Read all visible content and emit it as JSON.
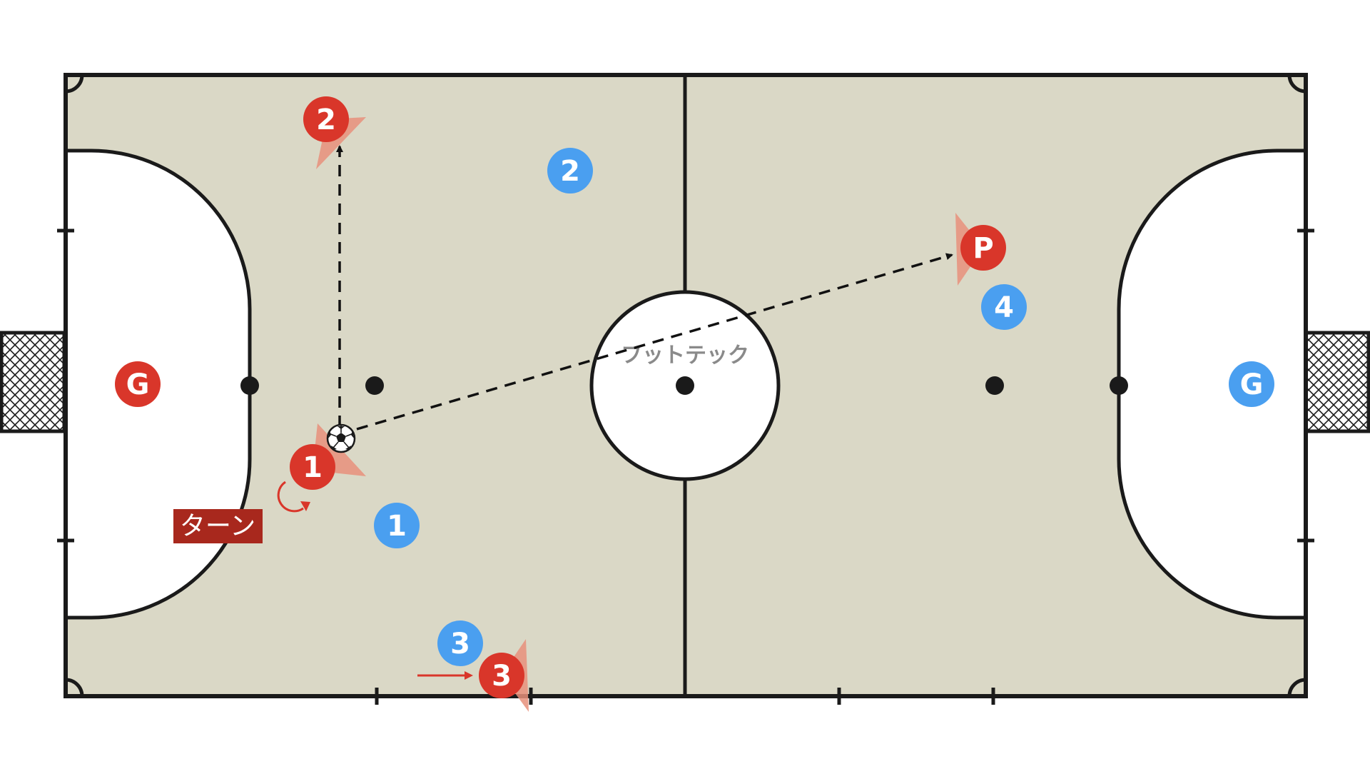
{
  "colors": {
    "court_fill": "#dad8c6",
    "line": "#1a1a1a",
    "red_team": "#d9362a",
    "blue_team": "#4a9ff0",
    "vision_cone": "#e7917b",
    "turn_label_bg": "#a8281d",
    "pass_arrow": "#111111",
    "move_arrow": "#d9362a"
  },
  "watermark": "フットテック",
  "turn_label": "ターン",
  "players": {
    "red_gk": "G",
    "red_1": "1",
    "red_2": "2",
    "red_3": "3",
    "red_p": "P",
    "blue_1": "1",
    "blue_2": "2",
    "blue_3": "3",
    "blue_4": "4",
    "blue_gk": "G"
  },
  "icons": {
    "ball": "soccer-ball-icon",
    "turn": "rotate-arrow-icon"
  }
}
